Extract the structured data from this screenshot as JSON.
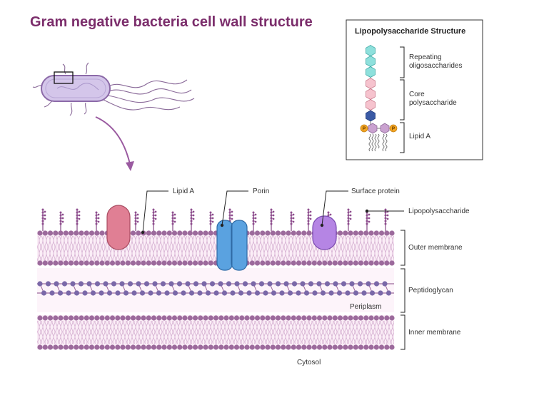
{
  "title": "Gram negative bacteria cell wall structure",
  "lps_panel": {
    "heading": "Lipopolysaccharide Structure",
    "segments": [
      {
        "line1": "Repeating",
        "line2": "oligosaccharides"
      },
      {
        "line1": "Core",
        "line2": "polysaccharide"
      },
      {
        "line1": "Lipid A",
        "line2": ""
      }
    ],
    "phosphate_symbol": "P"
  },
  "membrane_labels": {
    "lipid_a": "Lipid A",
    "porin": "Porin",
    "surface_protein": "Surface protein",
    "lipopolysaccharide": "Lipopolysaccharide",
    "outer_membrane": "Outer membrane",
    "peptidoglycan": "Peptidoglycan",
    "periplasm": "Periplasm",
    "inner_membrane": "Inner membrane",
    "cytosol": "Cytosol"
  },
  "colors": {
    "title": "#7b2d6b",
    "membrane_purple": "#9c6a9c",
    "membrane_bg": "#fbeef7",
    "lipid_a_protein": "#e07f94",
    "porin": "#5aa2e0",
    "surface_protein": "#b585e4",
    "repeating_sugar": "#8ee0dc",
    "core_sugar": "#f6c3ce",
    "inner_core_sugar": "#3a5aa5",
    "lipid_a_sugar": "#caa2d0",
    "phosphate": "#f5a623",
    "peptidoglycan_node": "#7a68a8",
    "arrow": "#9a5aa0"
  }
}
